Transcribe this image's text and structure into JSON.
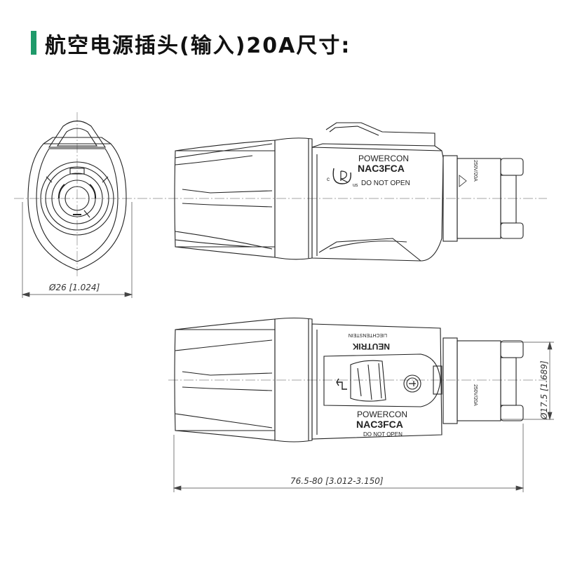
{
  "title": "航空电源插头(输入)20A尺寸:",
  "accent_color": "#1f9a6a",
  "front_view": {
    "diameter_label": "Ø26  [1.024]"
  },
  "side_view": {
    "brand_line1": "POWERCON",
    "model": "NAC3FCA",
    "cert_c": "c",
    "cert_us": "us",
    "warning": "DO NOT OPEN",
    "rating_text": "250V/20A"
  },
  "top_view": {
    "brand_line1": "POWERCON",
    "model": "NAC3FCA",
    "warning": "DO NOT OPEN",
    "maker_top": "LIECHTENSTEIN",
    "maker_logo": "NEUTRIK",
    "rating_text": "250V/20A",
    "height_label": "Ø17.5  [1.689]",
    "length_label": "76.5-80  [3.012-3.150]"
  }
}
